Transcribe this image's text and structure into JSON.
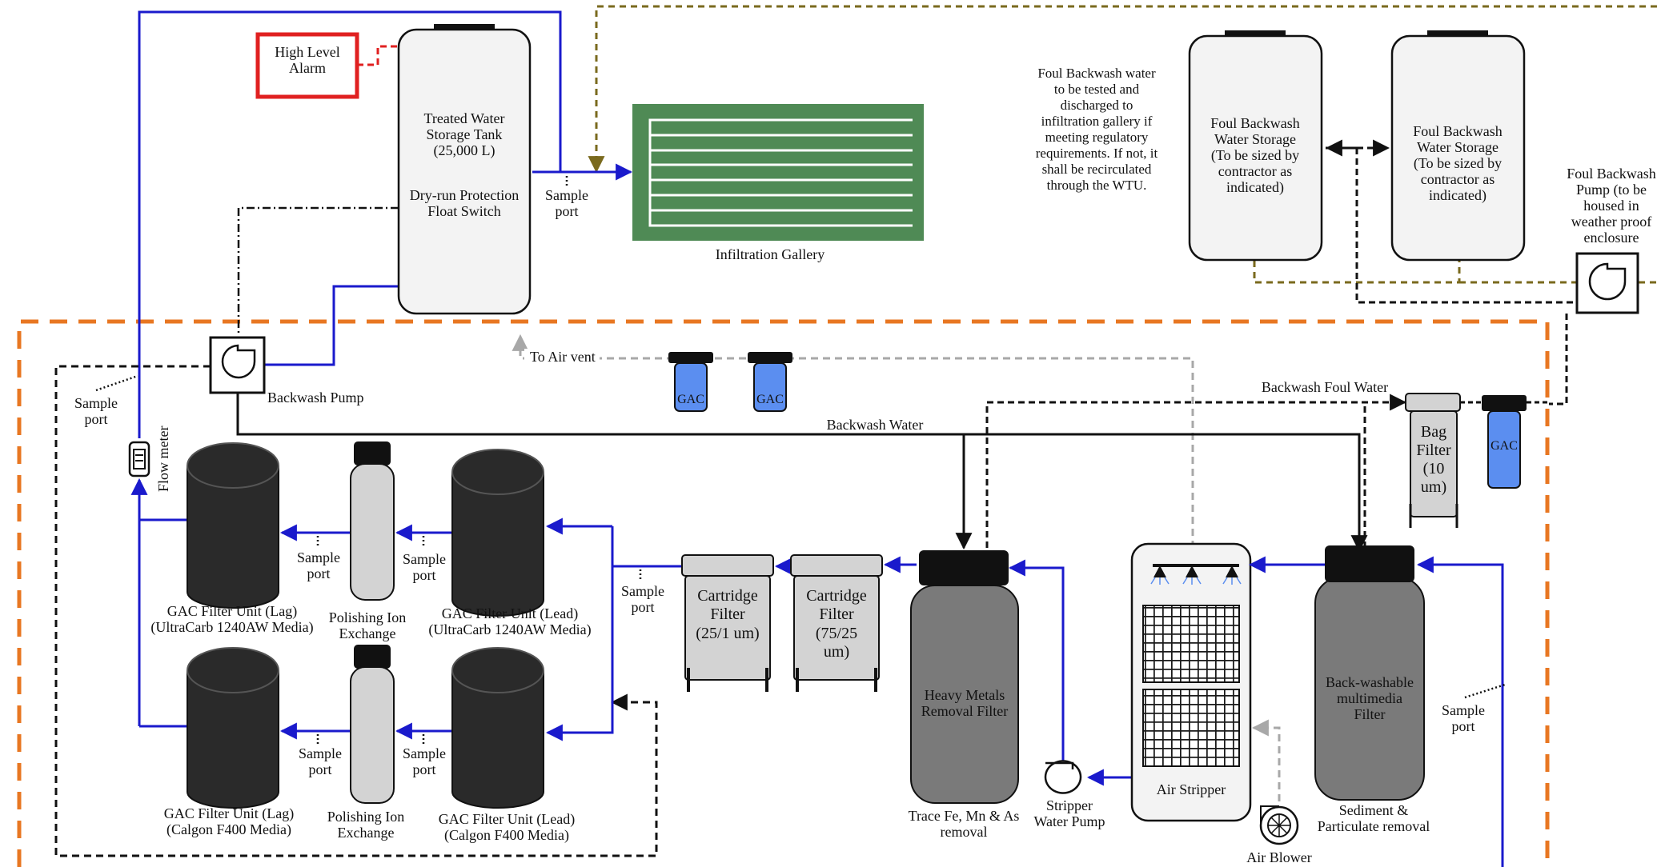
{
  "colors": {
    "water": "#1a1acc",
    "orange": "#e87722",
    "olive": "#7a6a1e",
    "alarm": "#e02020",
    "gallery": "#4f8a55",
    "gac": "#5b8ef0",
    "dark": "#2a2a2a",
    "grey_tank": "#7a7a7a",
    "light": "#d3d3d3",
    "tank_fill": "#f3f3f3"
  },
  "labels": {
    "high_level_alarm": [
      "High Level",
      "Alarm"
    ],
    "treated_tank": [
      "Treated Water",
      "Storage Tank",
      "(25,000 L)",
      "",
      "Dry-run Protection",
      "Float Switch"
    ],
    "sample_port_top": [
      "Sample",
      "port"
    ],
    "infiltration_gallery": "Infiltration Gallery",
    "foul_note": [
      "Foul Backwash water",
      "to be tested and",
      "discharged to",
      "infiltration gallery if",
      "meeting regulatory",
      "requirements. If not, it",
      "shall be recirculated",
      "through the WTU."
    ],
    "foul_storage_1": [
      "Foul Backwash",
      "Water Storage",
      "(To be sized by",
      "contractor as",
      "indicated)"
    ],
    "foul_storage_2": [
      "Foul Backwash",
      "Water Storage",
      "(To be sized by",
      "contractor as",
      "indicated)"
    ],
    "foul_pump": [
      "Foul Backwash",
      "Pump (to be",
      "housed in",
      "weather proof",
      "enclosure"
    ],
    "to_air_vent": "To Air vent",
    "gac_small_1": "GAC",
    "gac_small_2": "GAC",
    "gac_small_3": "GAC",
    "backwash_pump": "Backwash Pump",
    "sample_port_left": [
      "Sample",
      "port"
    ],
    "flow_meter": "Flow meter",
    "backwash_water": "Backwash Water",
    "backwash_foul_water": "Backwash Foul Water",
    "bag_filter": [
      "Bag",
      "Filter",
      "(10",
      "um)"
    ],
    "gac_lag_top": [
      "GAC Filter Unit (Lag)",
      "(UltraCarb 1240AW Media)"
    ],
    "polish_top": [
      "Polishing Ion",
      "Exchange"
    ],
    "gac_lead_top": [
      "GAC Filter Unit (Lead)",
      "(UltraCarb 1240AW Media)"
    ],
    "gac_lag_bot": [
      "GAC Filter Unit (Lag)",
      "(Calgon F400 Media)"
    ],
    "polish_bot": [
      "Polishing Ion",
      "Exchange"
    ],
    "gac_lead_bot": [
      "GAC Filter Unit (Lead)",
      "(Calgon F400 Media)"
    ],
    "sample_port_1": [
      "Sample",
      "port"
    ],
    "sample_port_2": [
      "Sample",
      "port"
    ],
    "sample_port_3": [
      "Sample",
      "port"
    ],
    "sample_port_4": [
      "Sample",
      "port"
    ],
    "sample_port_5": [
      "Sample",
      "port"
    ],
    "sample_port_right": [
      "Sample",
      "port"
    ],
    "cartridge_1": [
      "Cartridge",
      "Filter",
      "(25/1 um)"
    ],
    "cartridge_2": [
      "Cartridge",
      "Filter",
      "(75/25",
      "um)"
    ],
    "heavy_metals": [
      "Heavy Metals",
      "Removal Filter"
    ],
    "heavy_metals_caption": [
      "Trace Fe, Mn & As",
      "removal"
    ],
    "stripper_pump": [
      "Stripper",
      "Water Pump"
    ],
    "air_stripper": "Air Stripper",
    "air_blower": "Air Blower",
    "multimedia": [
      "Back-washable",
      "multimedia",
      "Filter"
    ],
    "multimedia_caption": [
      "Sediment &",
      "Particulate removal"
    ]
  }
}
